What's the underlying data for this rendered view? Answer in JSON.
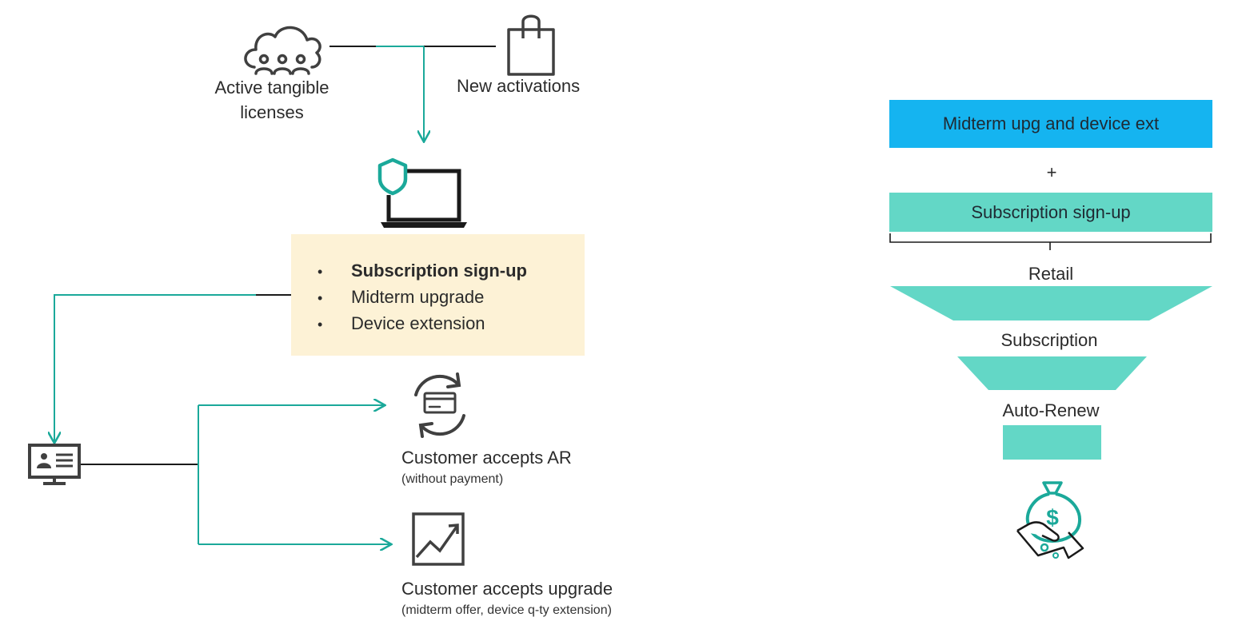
{
  "colors": {
    "accent_teal": "#1ba99a",
    "funnel_teal": "#63d7c6",
    "bright_blue": "#15b4f0",
    "cream": "#fdf2d6",
    "icon_dark": "#404040"
  },
  "sources": {
    "licenses_line1": "Active tangible",
    "licenses_line2": "licenses",
    "activations": "New activations",
    "licenses_icon": "cloud-users-icon",
    "activations_icon": "shopping-bag-icon"
  },
  "device_icon": "laptop-shield-icon",
  "options": [
    {
      "label": "Subscription sign-up",
      "bold": true
    },
    {
      "label": "Midterm upgrade",
      "bold": false
    },
    {
      "label": "Device extension",
      "bold": false
    }
  ],
  "bullet_glyph": "•",
  "profile_icon": "monitor-profile-icon",
  "outcomes": {
    "ar": {
      "title": "Customer accepts AR",
      "note": "(without payment)",
      "icon": "card-refresh-icon"
    },
    "upgrade": {
      "title": "Customer accepts upgrade",
      "note": "(midterm offer, device q-ty extension)",
      "icon": "trend-chart-icon"
    }
  },
  "right_panel": {
    "top_box": "Midterm upg and device ext",
    "plus": "+",
    "signup_box": "Subscription sign-up",
    "funnel": {
      "stage1": "Retail",
      "stage2": "Subscription",
      "stage3": "Auto-Renew"
    },
    "bottom_icon": "money-bag-hand-icon"
  }
}
